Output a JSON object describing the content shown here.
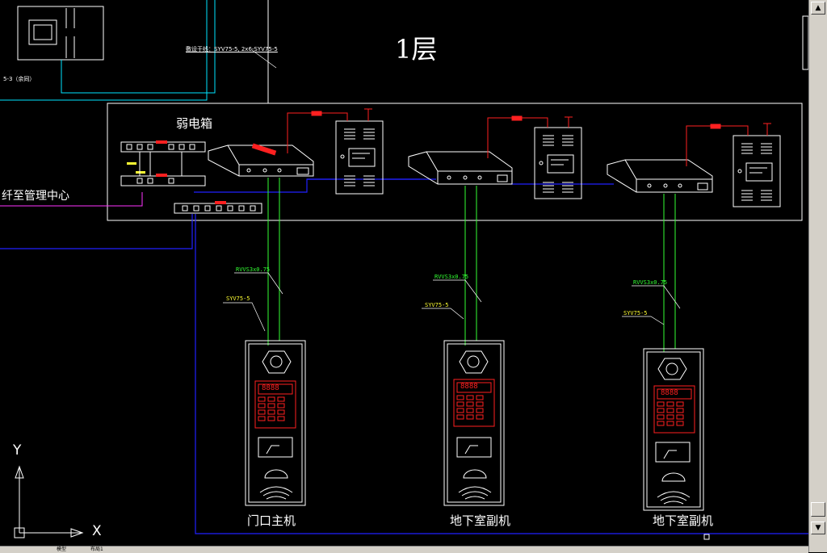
{
  "drawing": {
    "floor_title": "1层",
    "weak_box_label": "弱电箱",
    "fiber_label": "纤至管理中心",
    "top_note": "5-3（余同）",
    "trunk_note": "敷设干线：SYV75-5, 2x6-SYV75-5",
    "units": [
      {
        "name": "门口主机",
        "cable_power": "RVVS3x0.75",
        "cable_video": "SYV75-5",
        "display": "8888"
      },
      {
        "name": "地下室副机",
        "cable_power": "RVVS3x0.75",
        "cable_video": "SYV75-5",
        "display": "8888"
      },
      {
        "name": "地下室副机",
        "cable_power": "RVVS3x0.75",
        "cable_video": "SYV75-5",
        "display": "8888"
      }
    ],
    "axis": {
      "x": "X",
      "y": "Y"
    }
  },
  "tabs": [
    "模型",
    "布局1"
  ],
  "colors": {
    "background": "#000000",
    "green_cable": "#33ff33",
    "blue_cable": "#2020ff",
    "red_wire": "#ff2020",
    "magenta_wire": "#ff33ff",
    "cyan_wire": "#00e5ff",
    "white_lines": "#ffffff",
    "yellow_labels": "#ffff33"
  }
}
